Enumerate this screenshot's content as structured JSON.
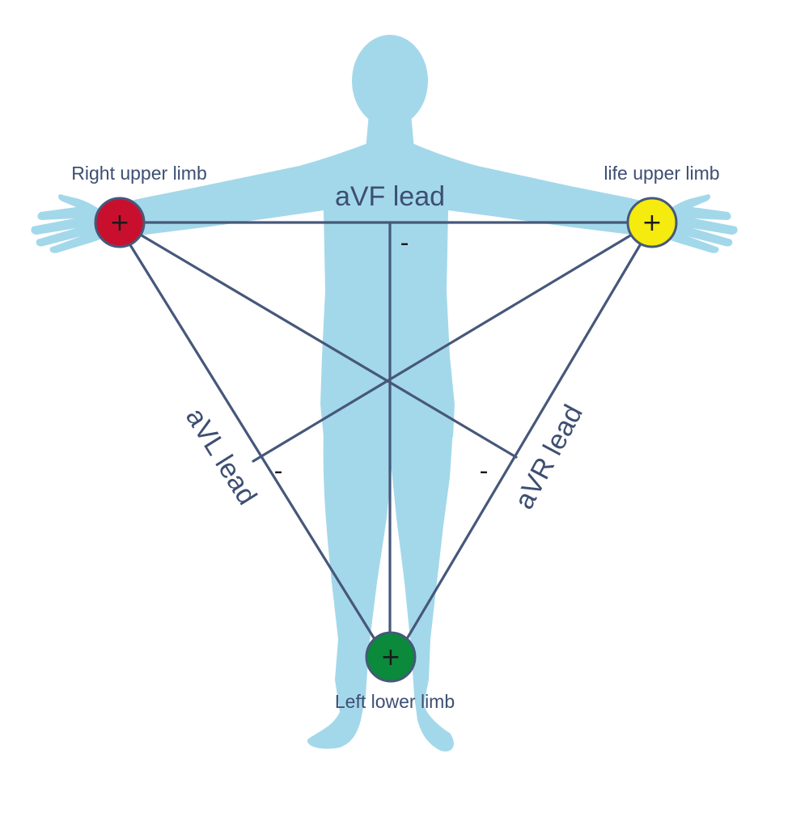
{
  "labels": {
    "right_upper_limb": "Right upper limb",
    "left_upper_limb": "life upper limb",
    "left_lower_limb": "Left lower limb",
    "avf_lead": "aVF lead",
    "avl_lead": "aVL lead",
    "avr_lead": "aVR lead"
  },
  "polarity": {
    "positive": "+",
    "negative": "-"
  },
  "colors": {
    "body": "#a3d8ea",
    "lines": "#46587a",
    "right_upper_electrode": "#c8102e",
    "left_upper_electrode": "#f5eb0f",
    "left_lower_electrode": "#0a8a3a"
  }
}
